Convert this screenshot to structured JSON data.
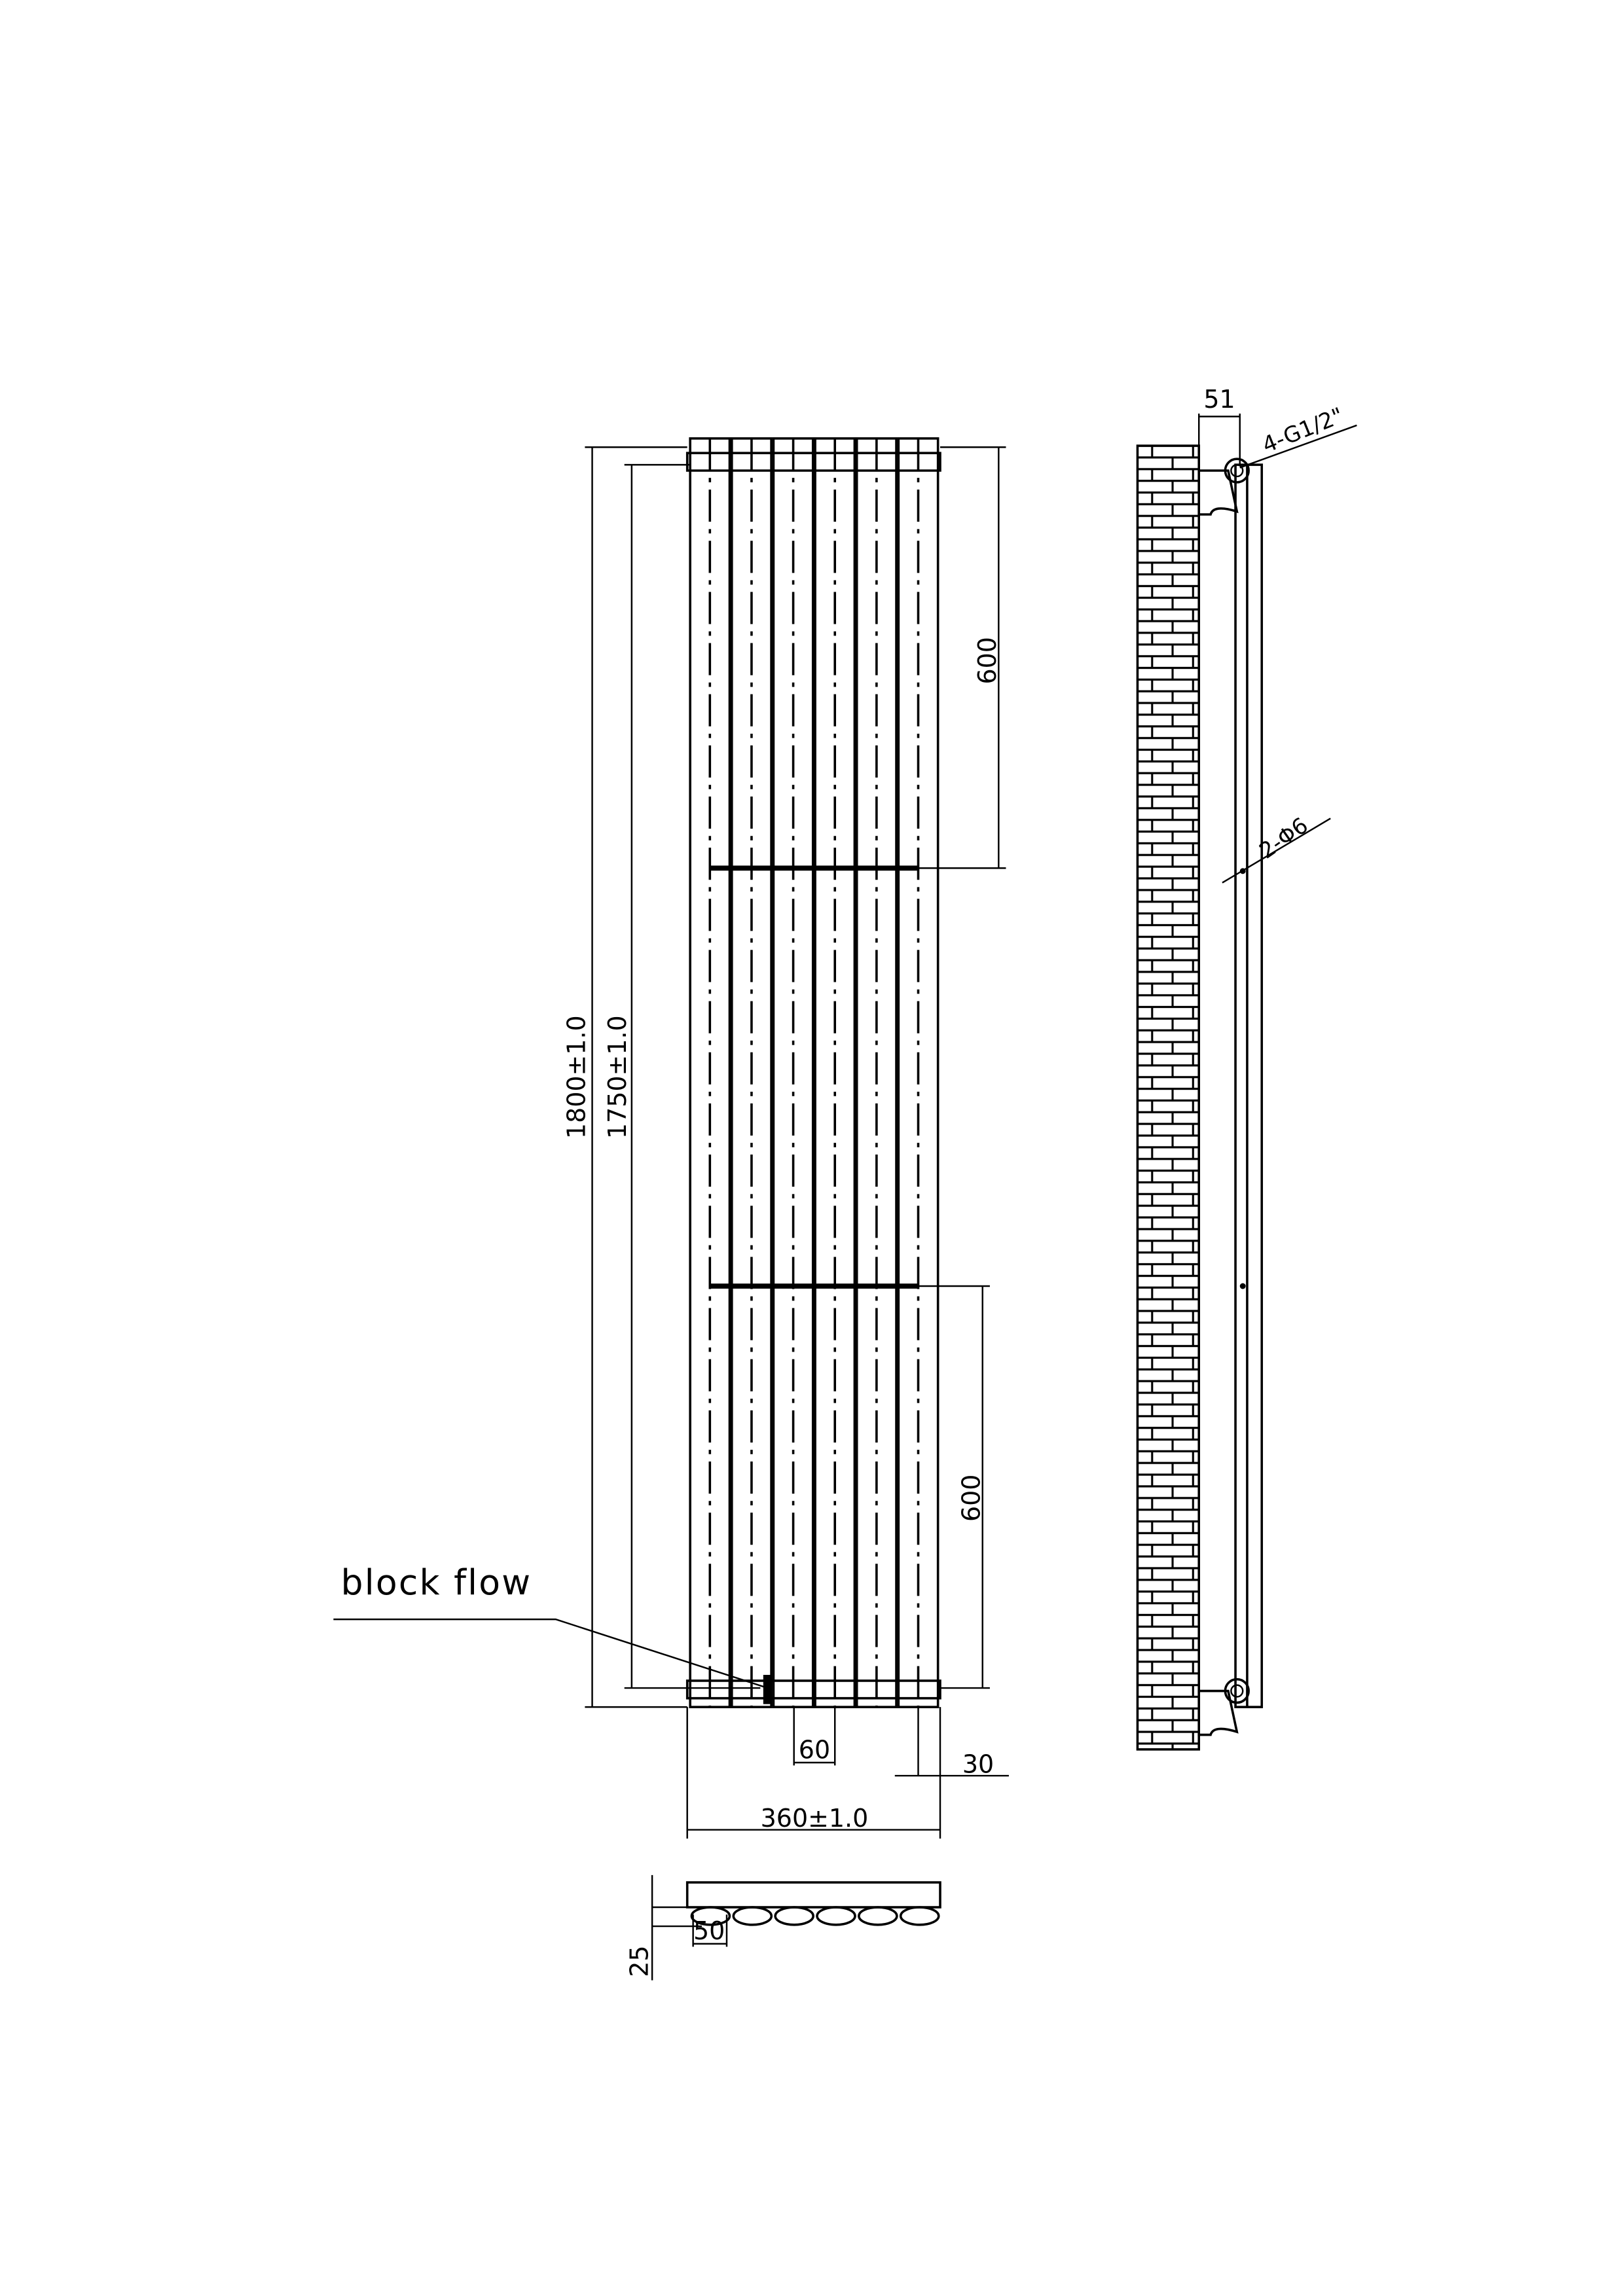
{
  "drawing": {
    "front_view": {
      "height_overall": "1800±1.0",
      "height_centers": "1750±1.0",
      "bracket_top_offset": "600",
      "bracket_bottom_offset": "600",
      "tube_pitch": "60",
      "side_offset": "30",
      "width_overall": "360±1.0",
      "tube_count": 6,
      "block_flow_label": "block flow"
    },
    "side_view": {
      "wall_distance": "51",
      "connection_label": "4-G1/2\"",
      "fixing_label": "2-Φ6"
    },
    "plan_view": {
      "depth": "25",
      "tube_width": "50"
    },
    "colors": {
      "line": "#000000",
      "background": "#ffffff"
    }
  }
}
